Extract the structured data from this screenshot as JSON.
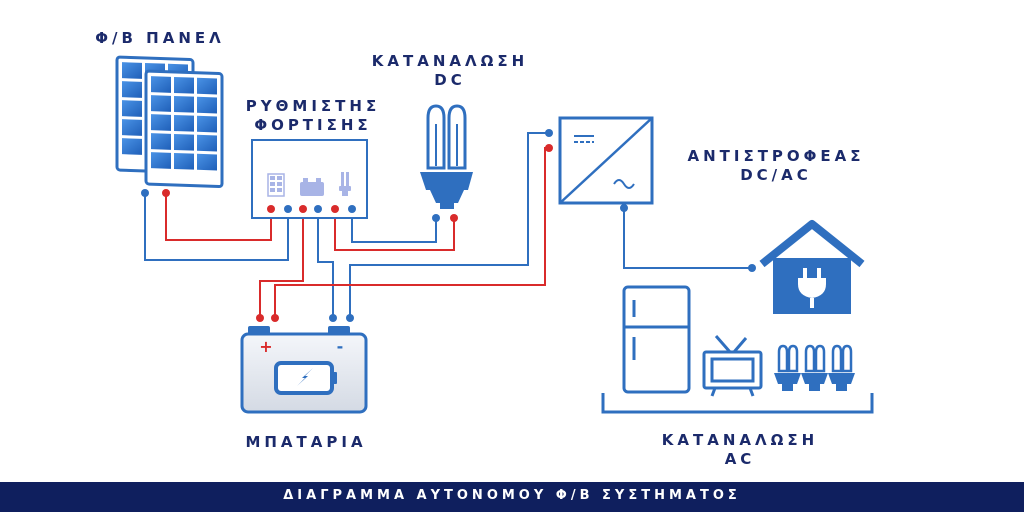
{
  "labels": {
    "pv_panel": "Φ/Β ΠΑΝΕΛ",
    "charge_controller_line1": "ΡΥΘΜΙΣΤΗΣ",
    "charge_controller_line2": "ΦΟΡΤΙΣΗΣ",
    "dc_load_line1": "ΚΑΤΑΝΑΛΩΣΗ",
    "dc_load_line2": "DC",
    "inverter_line1": "ΑΝΤΙΣΤΡΟΦΕΑΣ",
    "inverter_line2": "DC/AC",
    "battery": "ΜΠΑΤΑΡΙΑ",
    "battery_plus": "+",
    "battery_minus": "-",
    "ac_load_line1": "ΚΑΤΑΝΑΛΩΣΗ",
    "ac_load_line2": "AC"
  },
  "footer": {
    "title": "ΔΙΑΓΡΑΜΜΑ ΑΥΤΟΝΟΜΟΥ Φ/Β ΣΥΣΤΗΜΑΤΟΣ"
  },
  "colors": {
    "blue": "#2f6fbf",
    "red": "#d92b2b",
    "navy": "#1b2a6b",
    "footer": "#0f1f5e",
    "panel_cell": "#2f7bd6"
  },
  "icons": [
    "solar-panel-icon",
    "charge-controller-icon",
    "cfl-bulb-icon",
    "inverter-icon",
    "battery-icon",
    "house-plug-icon",
    "fridge-icon",
    "tv-icon",
    "bulb-icon"
  ]
}
